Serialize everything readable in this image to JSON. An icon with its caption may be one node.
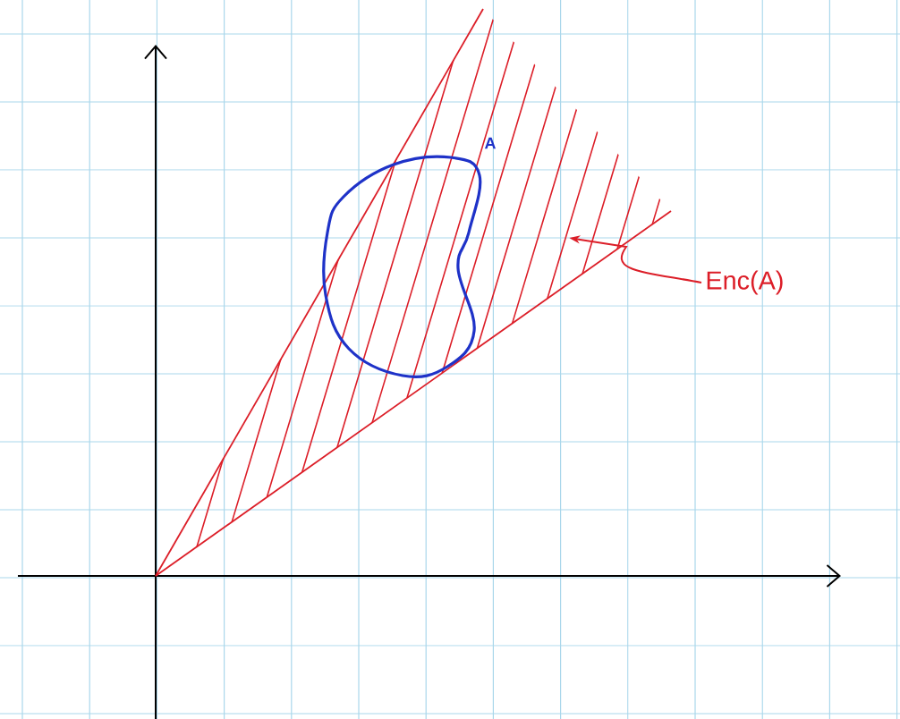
{
  "diagram": {
    "nodes": [
      {
        "text": [
          "Enc(A)"
        ]
      },
      {
        "text": [],
        "shape": "picture"
      }
    ],
    "edges": [
      {
        "from": 0,
        "to": 1,
        "arrow": "to"
      }
    ],
    "labels": [
      "A"
    ]
  }
}
